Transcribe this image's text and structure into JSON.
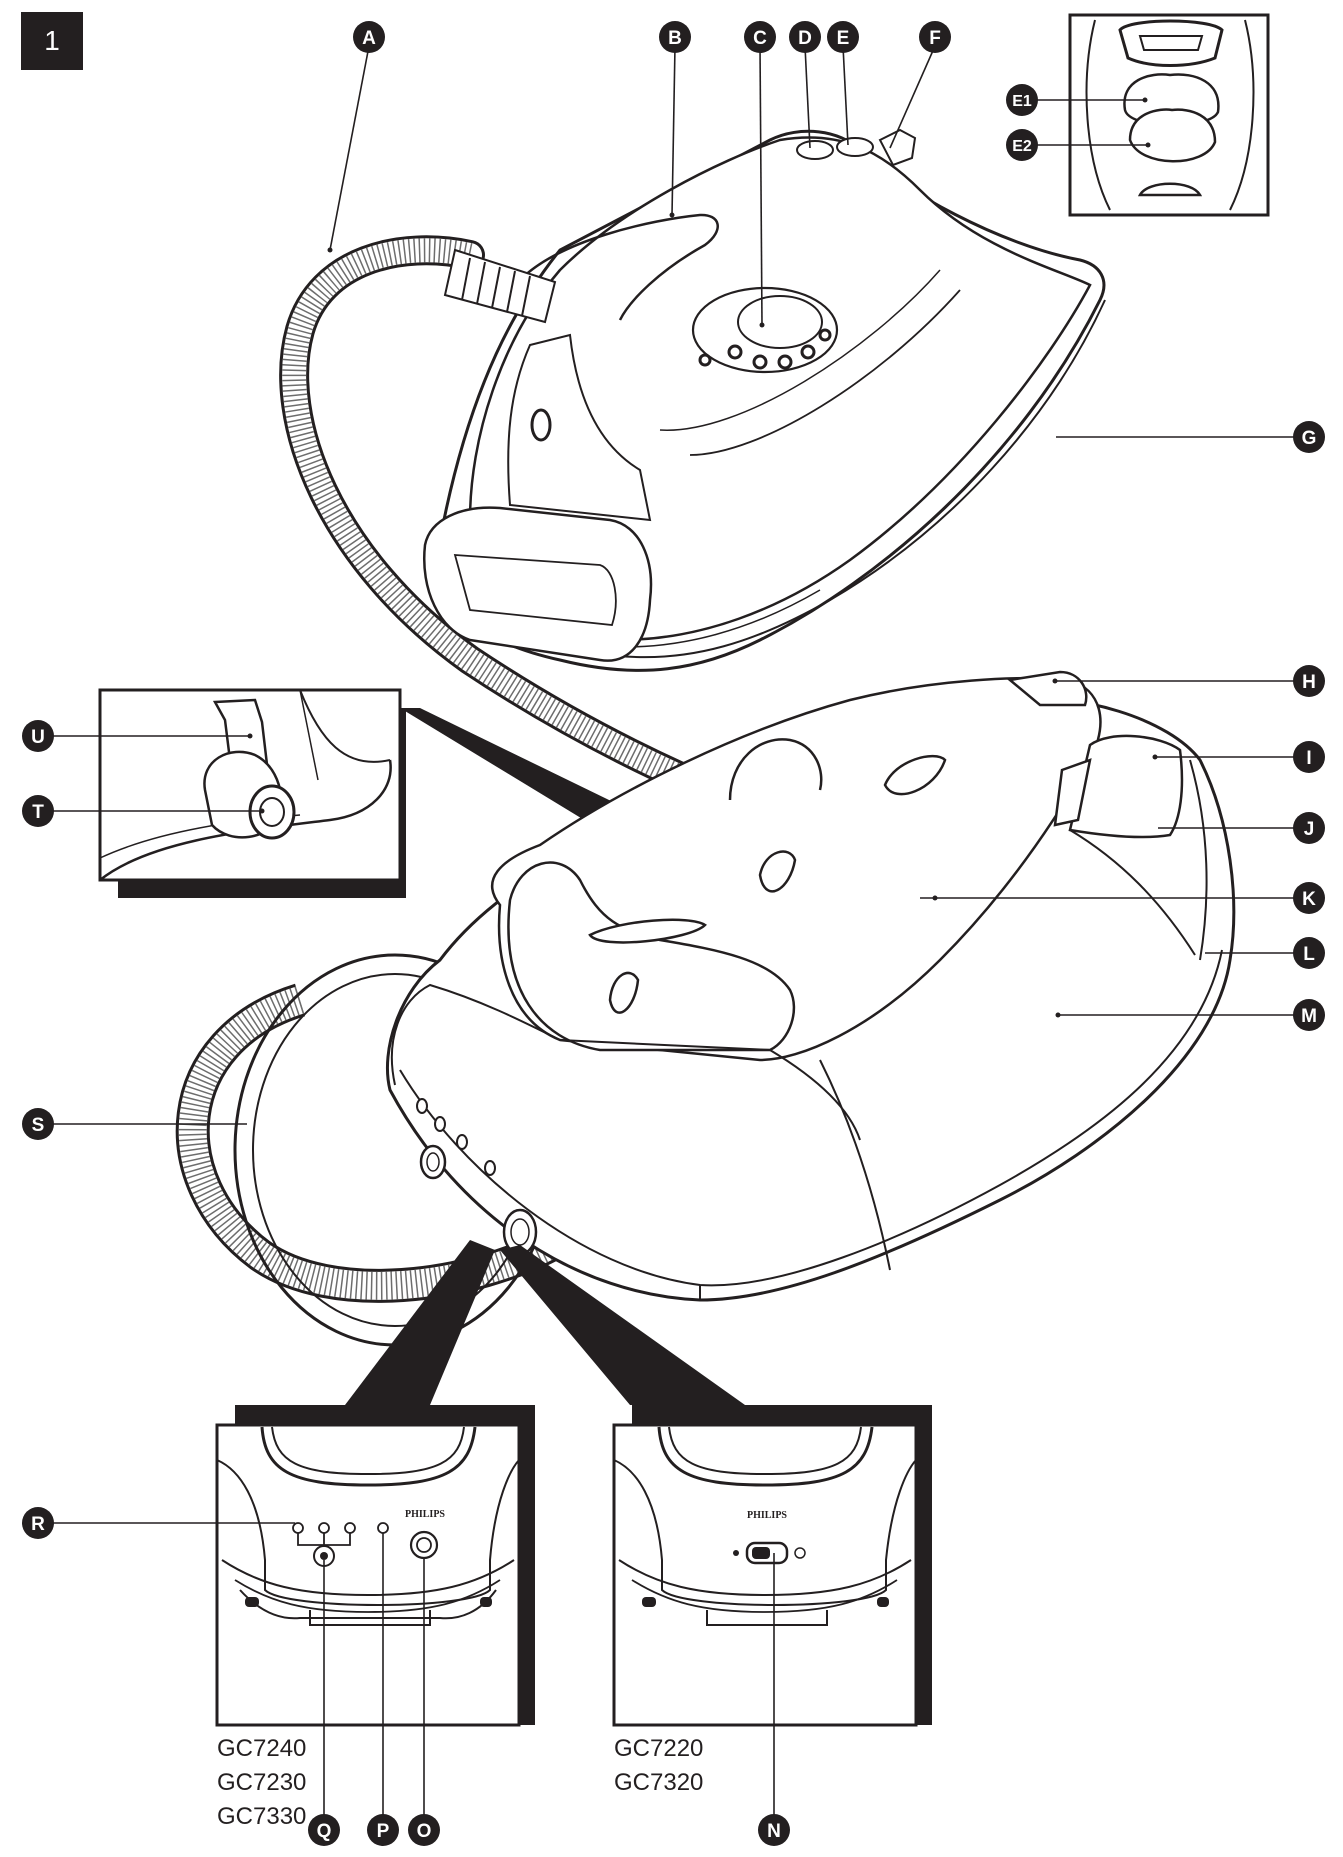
{
  "page_number": "1",
  "brand_label": "PHILIPS",
  "callouts": {
    "A": "A",
    "B": "B",
    "C": "C",
    "D": "D",
    "E": "E",
    "F": "F",
    "G": "G",
    "E1": "E1",
    "E2": "E2",
    "H": "H",
    "I": "I",
    "J": "J",
    "K": "K",
    "L": "L",
    "M": "M",
    "N": "N",
    "O": "O",
    "P": "P",
    "Q": "Q",
    "R": "R",
    "S": "S",
    "T": "T",
    "U": "U"
  },
  "models_left": [
    "GC7240",
    "GC7230",
    "GC7330"
  ],
  "models_right": [
    "GC7220",
    "GC7320"
  ],
  "colors": {
    "ink": "#231f20",
    "paper": "#ffffff",
    "hose": "#6d6d6d"
  }
}
